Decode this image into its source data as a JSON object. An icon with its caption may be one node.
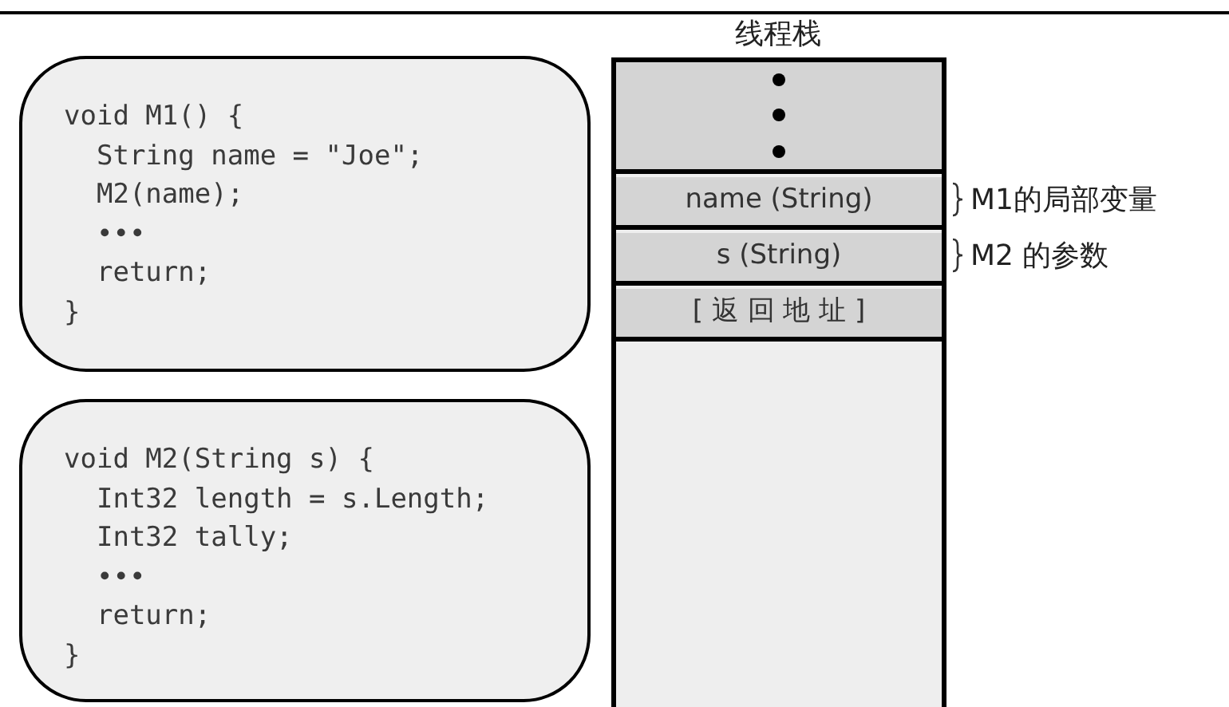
{
  "diagram": {
    "nodes": [
      {
        "text": [
          "void M1() {",
          "  String name = \"Joe\";",
          "  M2(name);",
          "  •••",
          "  return;",
          "}"
        ]
      },
      {
        "text": [
          "void M2(String s) {",
          "  Int32 length = s.Length;",
          "  Int32 tally;",
          "  •••",
          "  return;",
          "}"
        ]
      },
      {
        "text": [
          "线程栈"
        ]
      },
      {
        "text": [],
        "shape": "box",
        "in": 2
      },
      {
        "text": [
          "name (String)"
        ],
        "in": 2,
        "beside": [
          "M1的局部变量"
        ]
      },
      {
        "text": [
          "s (String)"
        ],
        "in": 2,
        "beside": [
          "M2 的参数"
        ]
      },
      {
        "text": [
          "[ 返 回 地 址 ]"
        ],
        "in": 2
      }
    ]
  }
}
